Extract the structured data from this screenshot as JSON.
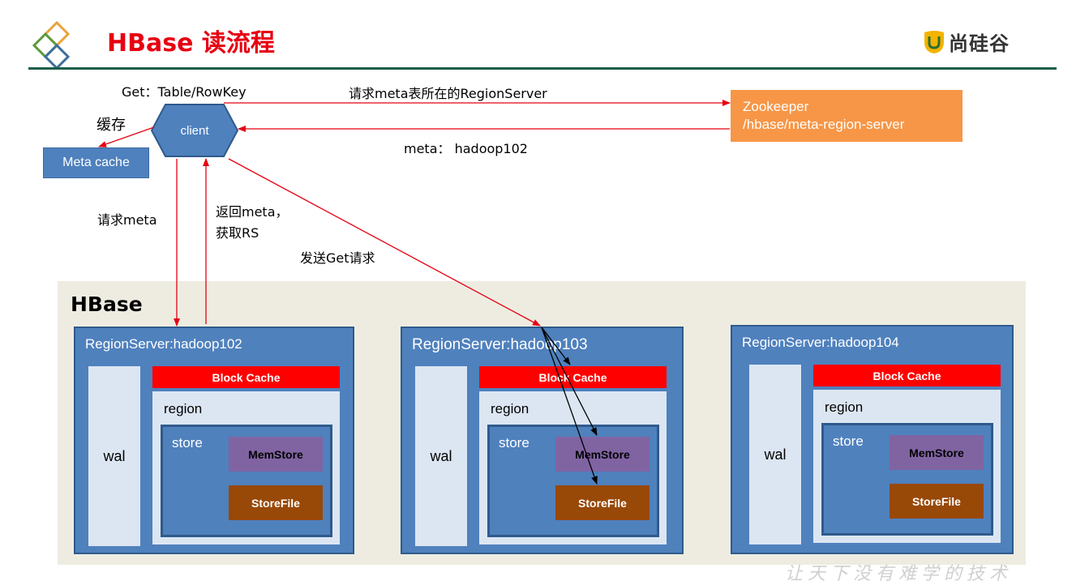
{
  "header": {
    "title": "HBase 读流程",
    "brand_name": "尚硅谷",
    "logo_icon": "diamond-chain-icon",
    "brand_icon": "u-shield-icon",
    "accent_color": "#e60012",
    "rule_color": "#1a5e4a"
  },
  "client": {
    "label": "client",
    "color": "#4f81bd",
    "get_label": "Get：Table/RowKey",
    "cache_label": "缓存",
    "meta_cache_label": "Meta cache"
  },
  "zookeeper": {
    "line1": "Zookeeper",
    "line2": "/hbase/meta-region-server",
    "color": "#f79646"
  },
  "flows": {
    "request_rs": "请求meta表所在的RegionServer",
    "meta_reply": "meta：  hadoop102",
    "request_meta": "请求meta",
    "return_meta_line1": "返回meta，",
    "return_meta_line2": "获取RS",
    "send_get": "发送Get请求"
  },
  "cluster": {
    "title": "HBase",
    "background": "#eeece1",
    "region_servers": [
      {
        "name": "RegionServer:hadoop102",
        "wal": "wal",
        "block_cache": "Block Cache",
        "region": "region",
        "store": "store",
        "memstore": "MemStore",
        "storefile": "StoreFile"
      },
      {
        "name": "RegionServer:hadoop103",
        "wal": "wal",
        "block_cache": "Block Cache",
        "region": "region",
        "store": "store",
        "memstore": "MemStore",
        "storefile": "StoreFile"
      },
      {
        "name": "RegionServer:hadoop104",
        "wal": "wal",
        "block_cache": "Block Cache",
        "region": "region",
        "store": "store",
        "memstore": "MemStore",
        "storefile": "StoreFile"
      }
    ]
  },
  "watermark": "让天下没有难学的技术"
}
